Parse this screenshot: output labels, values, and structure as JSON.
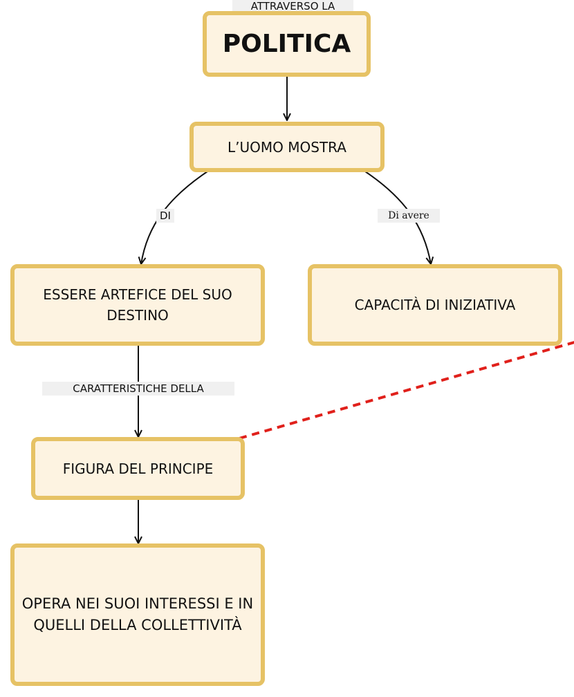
{
  "nodes": {
    "politica": "POLITICA",
    "uomo_mostra": "L’UOMO MOSTRA",
    "artefice": "ESSERE ARTEFICE DEL SUO DESTINO",
    "iniziativa": "CAPACITÀ DI INIZIATIVA",
    "principe": "FIGURA DEL PRINCIPE",
    "opera": "OPERA NEI SUOI INTERESSI E IN QUELLI DELLA COLLETTIVITÀ"
  },
  "links": {
    "top": "ATTRAVERSO LA",
    "di": "DI",
    "di_avere": "Di avere",
    "caratteristiche": "CARATTERISTICHE DELLA"
  },
  "colors": {
    "node_fill": "#fdf3e1",
    "node_border": "#e6c265",
    "arrow": "#111111",
    "dashed_connector": "#e0201b",
    "label_bg": "#f0f0f0"
  }
}
